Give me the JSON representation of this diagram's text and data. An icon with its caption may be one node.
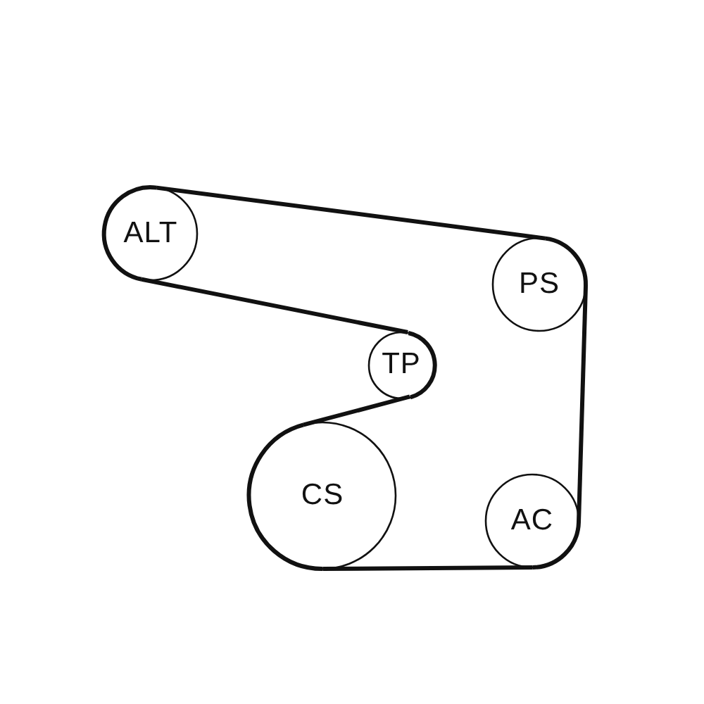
{
  "diagram": {
    "nodes": [
      {
        "text": [
          "ALT"
        ]
      },
      {
        "text": [
          "PS"
        ]
      },
      {
        "text": [
          "TP"
        ]
      },
      {
        "text": [
          "CS"
        ]
      },
      {
        "text": [
          "AC"
        ]
      }
    ],
    "edges": [
      {
        "from": 0,
        "to": 1,
        "arrow": "none"
      },
      {
        "from": 1,
        "to": 4,
        "arrow": "none"
      },
      {
        "from": 4,
        "to": 3,
        "arrow": "none"
      },
      {
        "from": 3,
        "to": 2,
        "arrow": "none"
      },
      {
        "from": 2,
        "to": 0,
        "arrow": "none"
      }
    ]
  }
}
